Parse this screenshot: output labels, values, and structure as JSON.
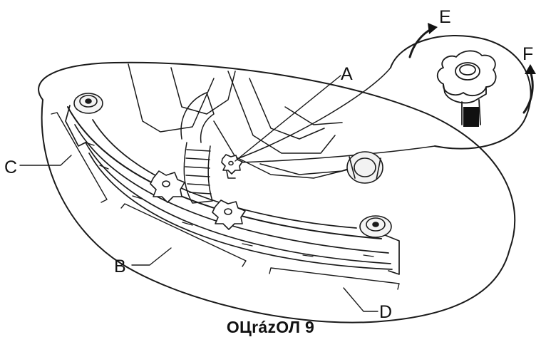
{
  "figure": {
    "callouts": {
      "a": "A",
      "b": "B",
      "c": "C",
      "d": "D",
      "e": "E",
      "f": "F"
    },
    "caption": "OЦrázОЛ 9"
  }
}
